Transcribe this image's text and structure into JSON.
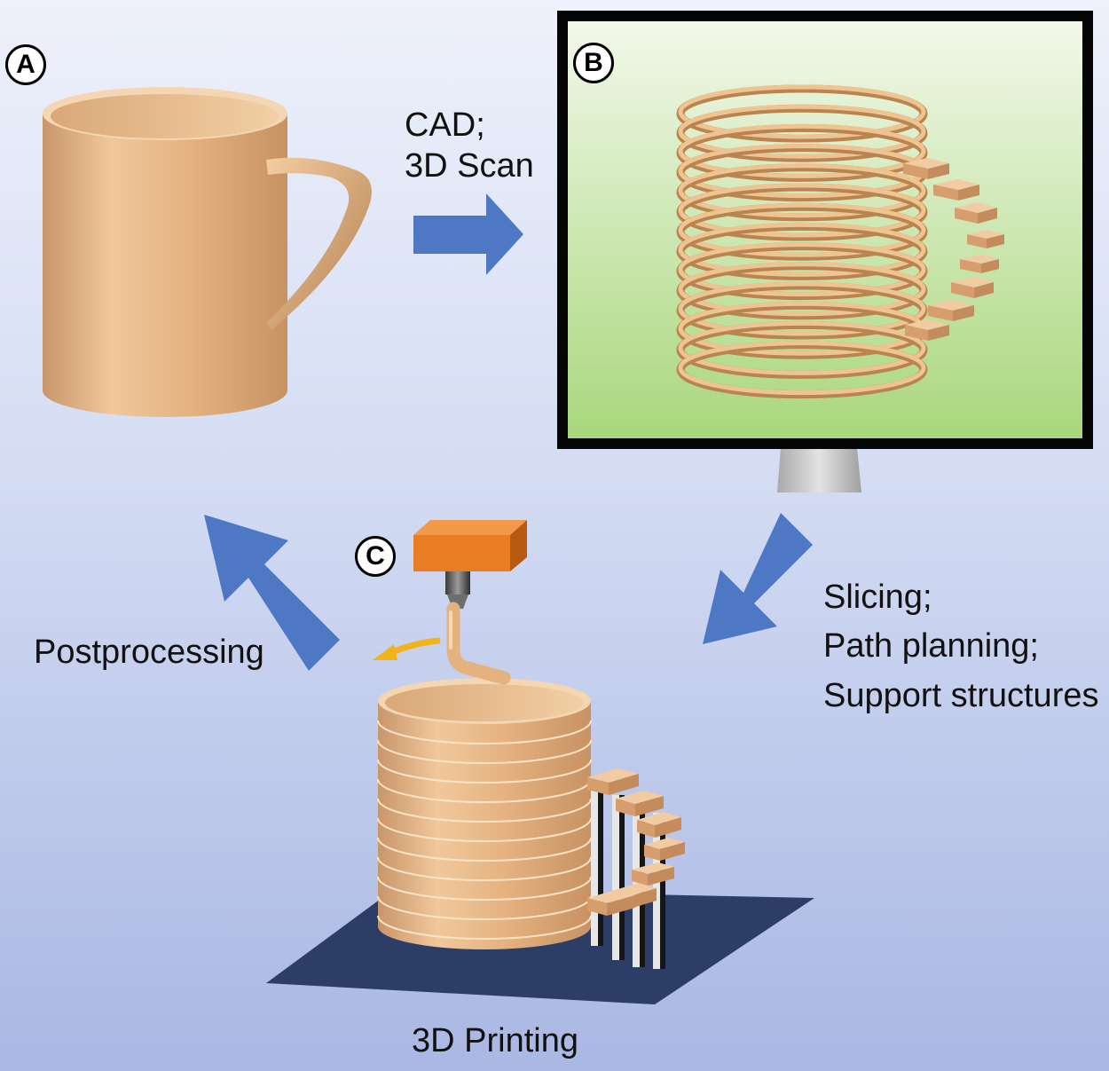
{
  "panels": {
    "a": {
      "badge": "A"
    },
    "b": {
      "badge": "B"
    },
    "c": {
      "badge": "C"
    }
  },
  "steps": {
    "cad_line1": "CAD;",
    "cad_line2": "3D Scan",
    "slicing_line1": "Slicing;",
    "slicing_line2": "Path planning;",
    "slicing_line3": "Support structures",
    "postprocessing": "Postprocessing",
    "printing": "3D Printing"
  },
  "colors": {
    "mug": "#e9b886",
    "arrow": "#4f78c4",
    "screen_frame": "#050505",
    "screen_bg_top": "#f2f8ea",
    "screen_bg_bottom": "#a9d77c",
    "print_head": "#e87d23",
    "build_plate": "#2d3e66",
    "motion_arrow": "#f2b21c"
  }
}
